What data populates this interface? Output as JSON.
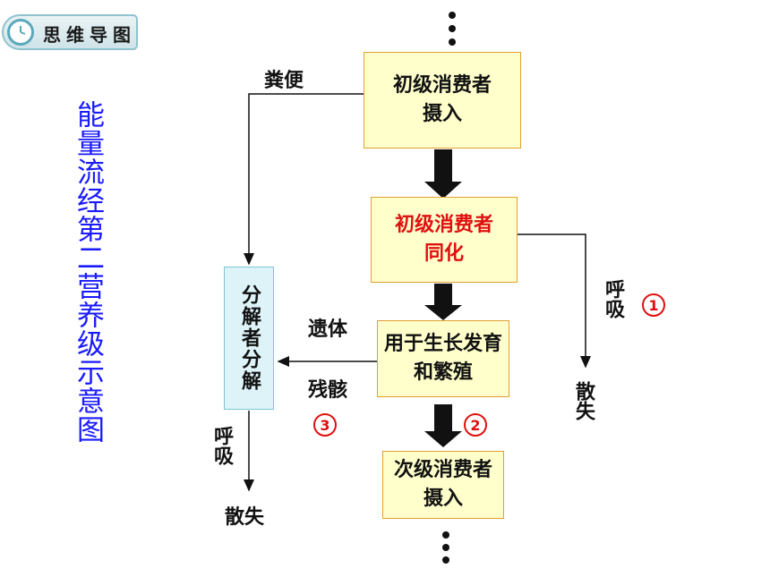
{
  "header": {
    "title": "思维导图"
  },
  "side_title": "能量流经第二营养级示意图",
  "nodes": {
    "intake1": "初级消费者摄入",
    "assimilation": "初级消费者同化",
    "growth": "用于生长发育和繁殖",
    "intake2": "次级消费者摄入",
    "decomposer": "分解者分解"
  },
  "labels": {
    "feces": "粪便",
    "remains_line1": "遗体",
    "remains_line2": "残骸",
    "respiration": "呼吸",
    "dissipate": "散失",
    "respiration_left": "呼吸",
    "dissipate_left": "散失"
  },
  "markers": {
    "m1": "1",
    "m2": "2",
    "m3": "3"
  },
  "colors": {
    "title_blue": "#1a1aff",
    "highlight_red": "#e01010"
  }
}
